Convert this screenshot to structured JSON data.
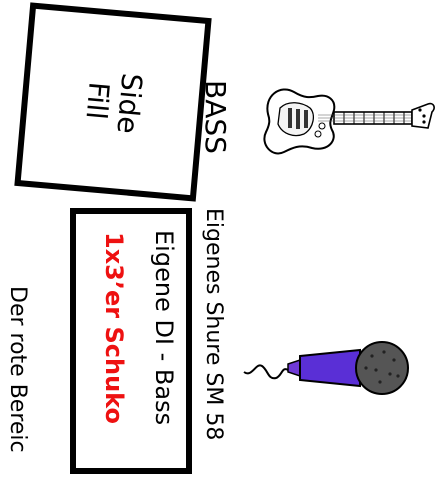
{
  "side_fill": {
    "line1": "Side",
    "line2": "Fill"
  },
  "bass": {
    "label": "BASS",
    "icon": "electric-guitar-icon"
  },
  "vocal": {
    "label": "Eigenes Shure SM 58",
    "icon": "microphone-icon"
  },
  "di": {
    "label": "Eigene DI - Bass",
    "power": "1x3’er Schuko",
    "power_color": "#ee1111"
  },
  "note": "Der rote Bereic"
}
